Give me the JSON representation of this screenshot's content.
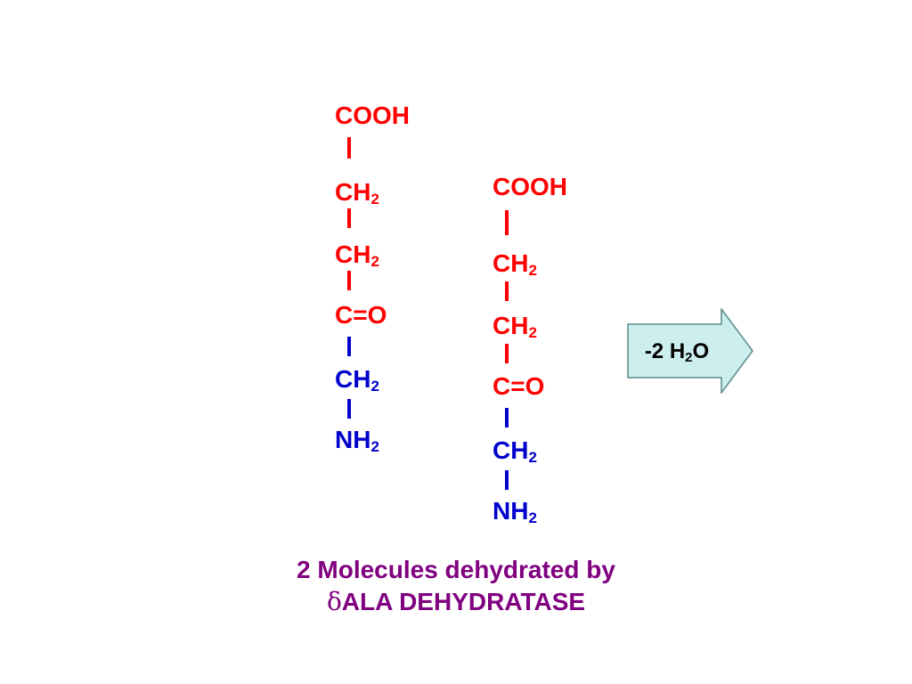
{
  "molecules": [
    {
      "groups": [
        {
          "text": "COOH",
          "sub": "",
          "color": "#ff0000"
        },
        {
          "text": "CH",
          "sub": "2",
          "color": "#ff0000"
        },
        {
          "text": "CH",
          "sub": "2",
          "color": "#ff0000"
        },
        {
          "text": "C=O",
          "sub": "",
          "color": "#ff0000"
        },
        {
          "text": "CH",
          "sub": "2",
          "color": "#0000cc"
        },
        {
          "text": "NH",
          "sub": "2",
          "color": "#0000cc"
        }
      ]
    },
    {
      "groups": [
        {
          "text": "COOH",
          "sub": "",
          "color": "#ff0000"
        },
        {
          "text": "CH",
          "sub": "2",
          "color": "#ff0000"
        },
        {
          "text": "CH",
          "sub": "2",
          "color": "#ff0000"
        },
        {
          "text": "C=O",
          "sub": "",
          "color": "#ff0000"
        },
        {
          "text": "CH",
          "sub": "2",
          "color": "#0000cc"
        },
        {
          "text": "NH",
          "sub": "2",
          "color": "#0000cc"
        }
      ]
    }
  ],
  "arrow": {
    "prefix": "-2 H",
    "sub": "2",
    "suffix": "O",
    "fill": "#cceeee",
    "stroke": "#5a8a8a"
  },
  "caption": {
    "line1": "2 Molecules dehydrated by",
    "delta": "δ",
    "line2": "ALA DEHYDRATASE",
    "color": "#800080"
  }
}
